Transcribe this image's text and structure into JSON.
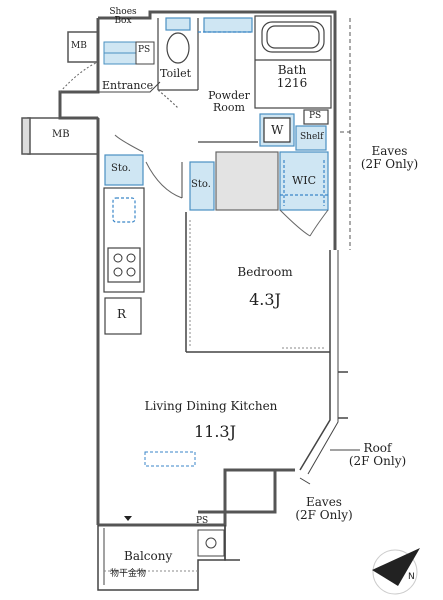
{
  "labels": {
    "shoes_box_1": "Shoes",
    "shoes_box_2": "Box",
    "mb_top": "MB",
    "ps_top": "PS",
    "entrance": "Entrance",
    "toilet": "Toilet",
    "powder_1": "Powder",
    "powder_2": "Room",
    "bath_1": "Bath",
    "bath_2": "1216",
    "w": "W",
    "shelf": "Shelf",
    "ps_right": "PS",
    "mb_left": "MB",
    "eaves_1": "Eaves",
    "eaves_1b": "(2F Only)",
    "sto_1": "Sto.",
    "sto_2": "Sto.",
    "wic": "WIC",
    "bedroom_1": "Bedroom",
    "bedroom_2": "4.3J",
    "r": "R",
    "ldk_1": "Living Dining Kitchen",
    "ldk_2": "11.3J",
    "roof_1": "Roof",
    "roof_1b": "(2F Only)",
    "eaves_2": "Eaves",
    "eaves_2b": "(2F Only)",
    "ps_bottom": "PS",
    "balcony": "Balcony",
    "balcony_sub": "物干金物"
  },
  "colors": {
    "wall": "#555555",
    "wall_fill": "#ececec",
    "fixture_fill": "#cfe6f3",
    "fixture_stroke": "#4a90c2",
    "dash_blue": "#3a86c8",
    "line": "#333333"
  },
  "icons": [
    "north-arrow-icon",
    "hob-icon",
    "door-swing-icon"
  ]
}
